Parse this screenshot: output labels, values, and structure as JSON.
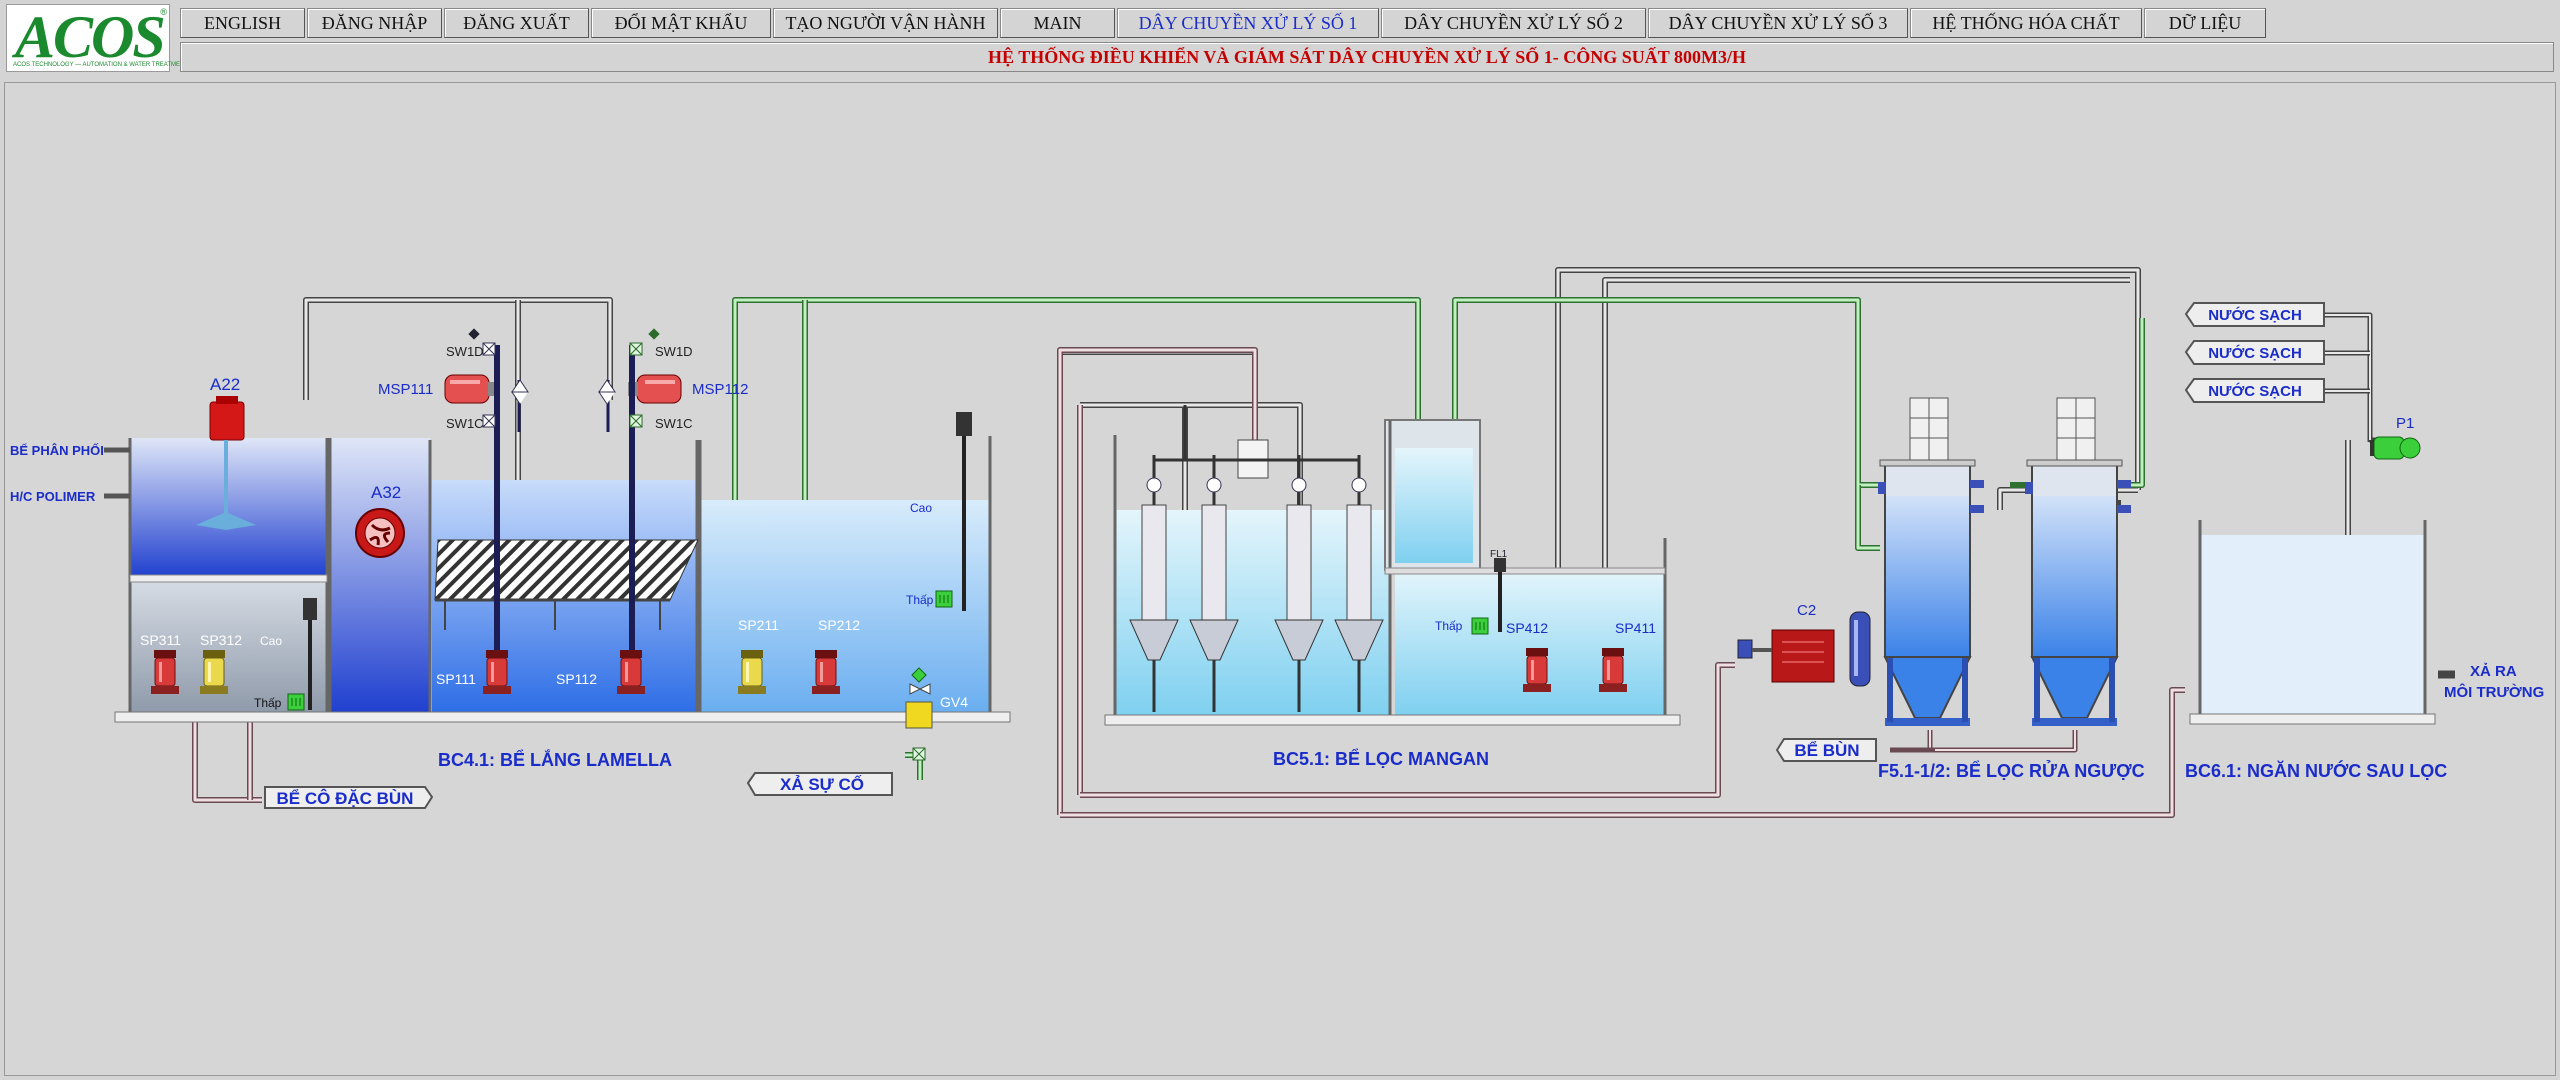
{
  "logo": {
    "text": "ACOS",
    "subtext": "ACOS TECHNOLOGY — AUTOMATION & WATER TREATMENT",
    "registered": "®"
  },
  "menu": {
    "items": [
      {
        "label": "ENGLISH",
        "active": false
      },
      {
        "label": "ĐĂNG NHẬP",
        "active": false
      },
      {
        "label": "ĐĂNG XUẤT",
        "active": false
      },
      {
        "label": "ĐỔI MẬT KHẨU",
        "active": false
      },
      {
        "label": "TẠO NGƯỜI VẬN HÀNH",
        "active": false
      },
      {
        "label": "MAIN",
        "active": false
      },
      {
        "label": "DÂY CHUYỀN XỬ LÝ SỐ 1",
        "active": true
      },
      {
        "label": "DÂY CHUYỀN XỬ LÝ SỐ 2",
        "active": false
      },
      {
        "label": "DÂY CHUYỀN XỬ LÝ SỐ 3",
        "active": false
      },
      {
        "label": "HỆ THỐNG HÓA CHẤT",
        "active": false
      },
      {
        "label": "DỮ LIỆU",
        "active": false
      }
    ]
  },
  "header": {
    "title": "HỆ THỐNG ĐIỀU KHIỂN VÀ GIÁM SÁT DÂY CHUYỀN XỬ LÝ SỐ 1- CÔNG SUẤT 800M3/H"
  },
  "colors": {
    "accent_blue": "#1a2cc9",
    "title_red": "#c40000",
    "pipe_green": "#3aa83a",
    "pump_red": "#d83a3a",
    "pump_yellow": "#e8d84a"
  },
  "diagram": {
    "inlets": {
      "be_phan_phoi": "BỂ PHÂN PHỐI",
      "hc_polimer": "H/C POLIMER"
    },
    "equipment": {
      "a22": "A22",
      "a32": "A32",
      "msp111": "MSP111",
      "msp112": "MSP112",
      "sw1d_a": "SW1D",
      "sw1c_a": "SW1C",
      "sw1d_b": "SW1D",
      "sw1c_b": "SW1C",
      "sp311": "SP311",
      "sp312": "SP312",
      "sp111": "SP111",
      "sp112": "SP112",
      "sp211": "SP211",
      "sp212": "SP212",
      "sp412": "SP412",
      "sp411": "SP411",
      "gv4": "GV4",
      "fl1": "FL1",
      "c2": "C2",
      "p1": "P1"
    },
    "levels": {
      "cao_1": "Cao",
      "thap_1": "Thấp",
      "cao_2": "Cao",
      "thap_2": "Thấp",
      "thap_3": "Thấp"
    },
    "tanks": {
      "bc41": "BC4.1: BỂ LẮNG LAMELLA",
      "bc51": "BC5.1: BỂ LỌC MANGAN",
      "f51": "F5.1-1/2: BỂ LỌC RỬA NGƯỢC",
      "bc61": "BC6.1: NGĂN NƯỚC SAU LỌC"
    },
    "tags": {
      "be_co_dac_bun": "BỂ CÔ ĐẶC BÙN",
      "xa_su_co": "XẢ SỰ CỐ",
      "be_bun": "BỂ BÙN",
      "nuoc_sach_1": "NƯỚC SẠCH",
      "nuoc_sach_2": "NƯỚC SẠCH",
      "nuoc_sach_3": "NƯỚC SẠCH",
      "xa_ra": "XẢ RA",
      "moi_truong": "MÔI TRƯỜNG"
    }
  }
}
